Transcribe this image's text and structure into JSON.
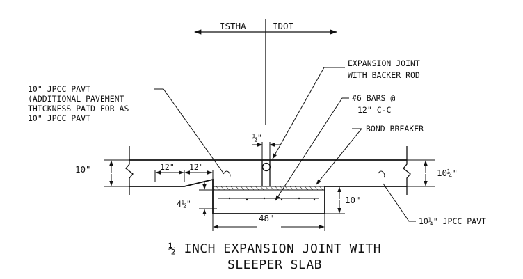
{
  "zones": {
    "left": "ISTHA",
    "right": "IDOT"
  },
  "callouts": {
    "expansion_joint_1": "EXPANSION JOINT",
    "expansion_joint_2": "WITH BACKER ROD",
    "bars_1": "#6 BARS @",
    "bars_2": "12\" C-C",
    "bond_breaker": "BOND BREAKER",
    "left_pavt_1": "10\" JPCC PAVT",
    "left_pavt_2": "(ADDITIONAL PAVEMENT",
    "left_pavt_3": "THICKNESS PAID FOR AS",
    "left_pavt_4": "10\" JPCC PAVT",
    "right_pavt": "10¼\" JPCC PAVT"
  },
  "dimensions": {
    "joint_gap": "½\"",
    "left_thickness": "10\"",
    "right_thickness": "10¼\"",
    "taper_1": "12\"",
    "taper_2": "12\"",
    "bar_depth": "4½\"",
    "sleeper_depth": "10\"",
    "sleeper_width": "48\""
  },
  "title": {
    "line1": "½ INCH EXPANSION JOINT WITH",
    "line2": "SLEEPER SLAB"
  }
}
